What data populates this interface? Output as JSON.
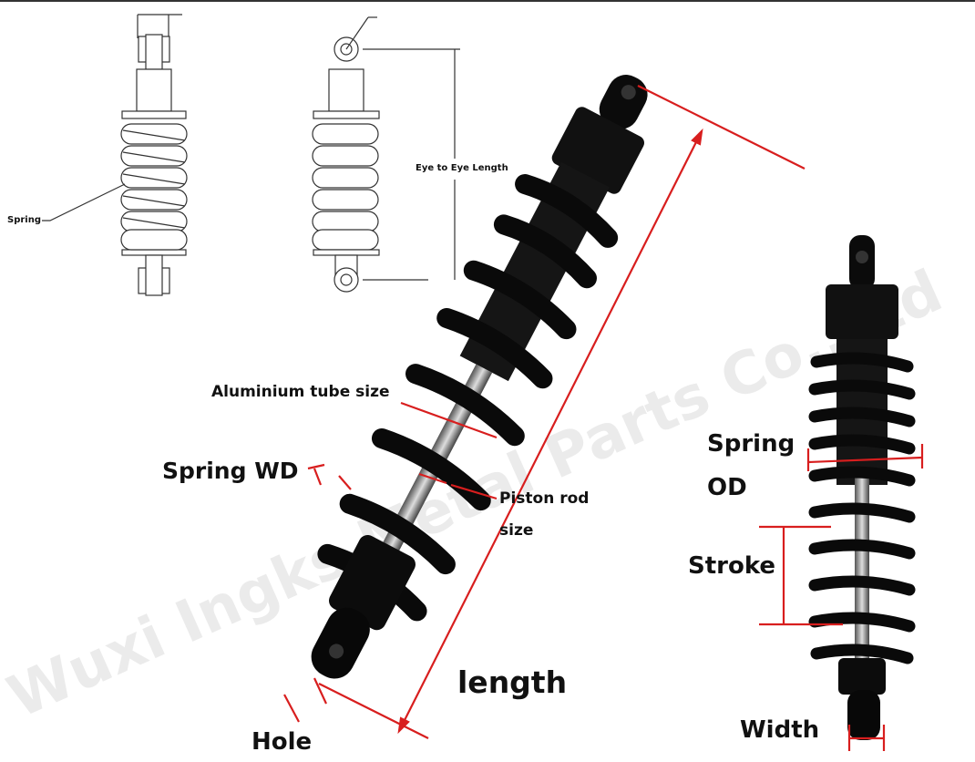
{
  "drawing": {
    "spring_label": "Spring",
    "eye_length_label": "Eye to Eye Length"
  },
  "labels": {
    "aluminium_tube": "Aluminium tube size",
    "spring_wd": "Spring WD",
    "piston_rod_line1": "Piston rod",
    "piston_rod_line2": "size",
    "length": "length",
    "hole": "Hole",
    "spring_od_line1": "Spring",
    "spring_od_line2": "OD",
    "stroke": "Stroke",
    "width": "Width"
  },
  "watermark": "Wuxi Ingks Metal Parts Co.,Ltd",
  "colors": {
    "annotation": "#d81e1e",
    "shock": "#0b0b0b",
    "line": "#333333"
  }
}
